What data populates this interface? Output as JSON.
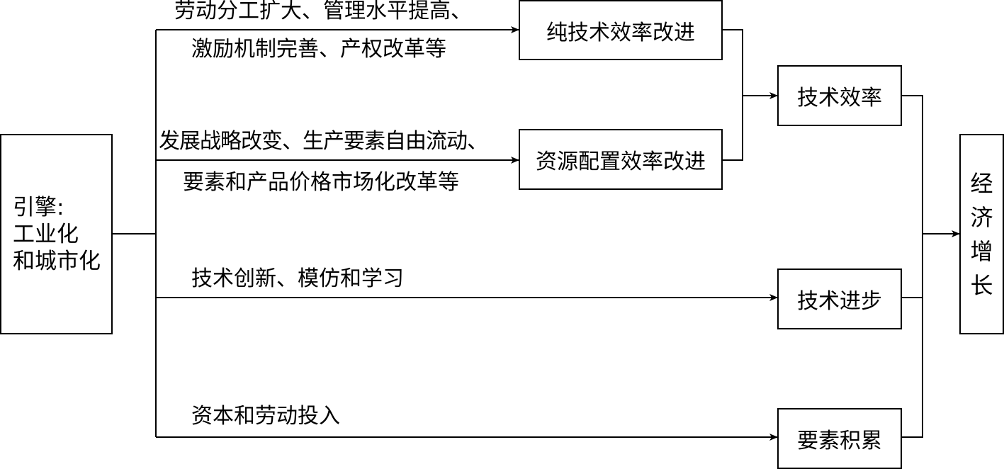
{
  "engine": {
    "line1": "引擎:",
    "line2": "工业化",
    "line3": "和城市化"
  },
  "paths": {
    "pure_tech": {
      "label_line1": "劳动分工扩大、管理水平提高、",
      "label_line2": "激励机制完善、产权改革等",
      "box": "纯技术效率改进"
    },
    "allocation": {
      "label_line1": "发展战略改变、生产要素自由流动、",
      "label_line2": "要素和产品价格市场化改革等",
      "box": "资源配置效率改进"
    },
    "tech_progress": {
      "label": "技术创新、模仿和学习",
      "box": "技术进步"
    },
    "factor": {
      "label": "资本和劳动投入",
      "box": "要素积累"
    }
  },
  "tech_efficiency": "技术效率",
  "growth": [
    "经",
    "济",
    "增",
    "长"
  ],
  "colors": {
    "line": "#000000",
    "background": "#ffffff"
  }
}
